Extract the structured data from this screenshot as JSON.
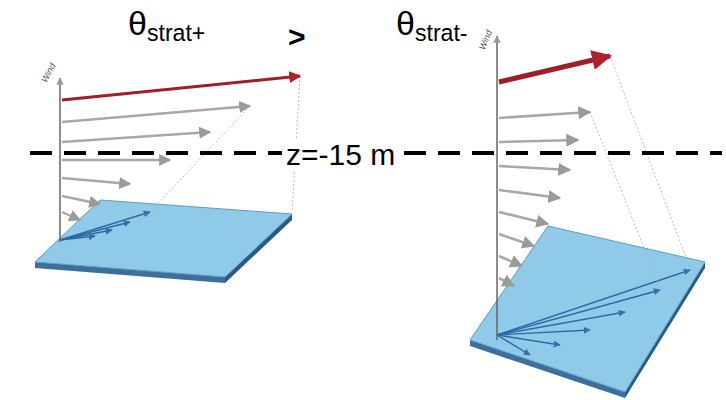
{
  "diagram": {
    "labels": [
      "θstrat+",
      ">",
      "θstrat-",
      "z=-15 m",
      "Wind",
      "Wind"
    ]
  }
}
